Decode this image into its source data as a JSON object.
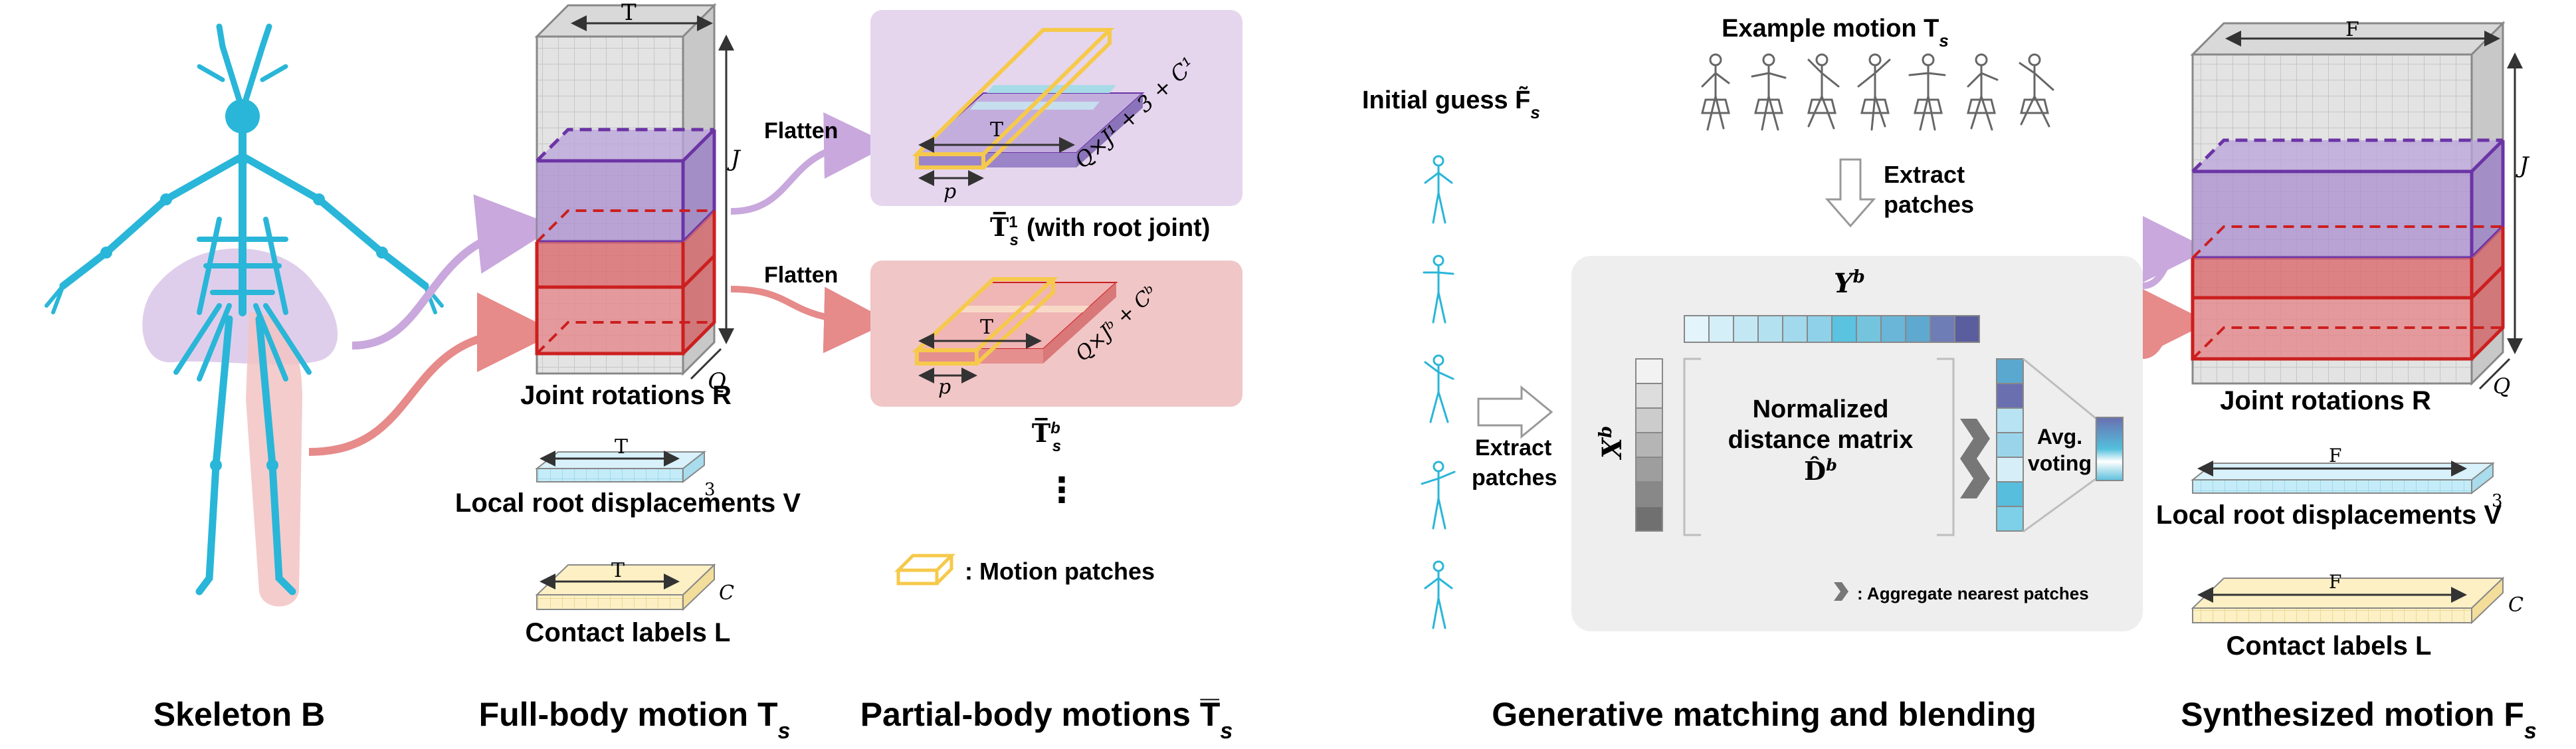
{
  "colors": {
    "skeleton": "#29b6d8",
    "purple_bg": "#e5d6ee",
    "red_bg": "#f1c6c6",
    "panel_bg": "#eeeeee",
    "patch_outline": "#f6c94b",
    "purple": "#6b34a5",
    "red": "#cc1f1f"
  },
  "icons": [
    "skeleton-icon",
    "dancer-pose-icon",
    "chevron-aggregate-icon",
    "motion-patch-icon"
  ],
  "col1": {
    "caption": "Skeleton B"
  },
  "col2": {
    "caption": "Full-body motion T",
    "caption_sub": "s",
    "cube_T": "T",
    "cube_J": "J",
    "cube_Q": "Q",
    "rotations": "Joint rotations R",
    "displacements": "Local root displacements V",
    "disp_T": "T",
    "disp_3": "3",
    "contacts": "Contact labels L",
    "cont_T": "T",
    "cont_C": "C"
  },
  "col3": {
    "caption": "Partial-body motions T̅",
    "caption_sub": "s",
    "flatten_top": "Flatten",
    "flatten_bottom": "Flatten",
    "top_T": "T",
    "top_p": "p",
    "top_dim": "Q×J¹ + 3 + C¹",
    "top_label": "T̅",
    "top_label_sup": "1",
    "top_label_sub": "s",
    "top_label_rest": "(with root joint)",
    "bot_T": "T",
    "bot_p": "p",
    "bot_dim": "Q×Jᵇ + Cᵇ",
    "bot_label": "T̅",
    "bot_label_sup": "b",
    "bot_label_sub": "s",
    "ellipsis": "⋮",
    "legend": ": Motion patches"
  },
  "col4": {
    "caption": "Generative matching and blending",
    "example": "Example motion T",
    "example_sub": "s",
    "initial": "Initial guess F̃",
    "initial_sub": "s",
    "extract_top_1": "Extract",
    "extract_top_2": "patches",
    "extract_left_1": "Extract",
    "extract_left_2": "patches",
    "Y": "Y",
    "Y_sup": "b",
    "X": "X",
    "X_sup": "b",
    "ndm_1": "Normalized",
    "ndm_2": "distance matrix",
    "ndm_3": "D̂",
    "ndm_3_sup": "b",
    "avg_1": "Avg.",
    "avg_2": "voting",
    "aggregate": ": Aggregate nearest patches"
  },
  "col5": {
    "caption": "Synthesized motion F",
    "caption_sub": "s",
    "cube_F": "F",
    "cube_J": "J",
    "cube_Q": "Q",
    "rotations": "Joint rotations R",
    "displacements": "Local root displacements V",
    "disp_F": "F",
    "disp_3": "3",
    "contacts": "Contact labels L",
    "cont_F": "F",
    "cont_C": "C"
  }
}
